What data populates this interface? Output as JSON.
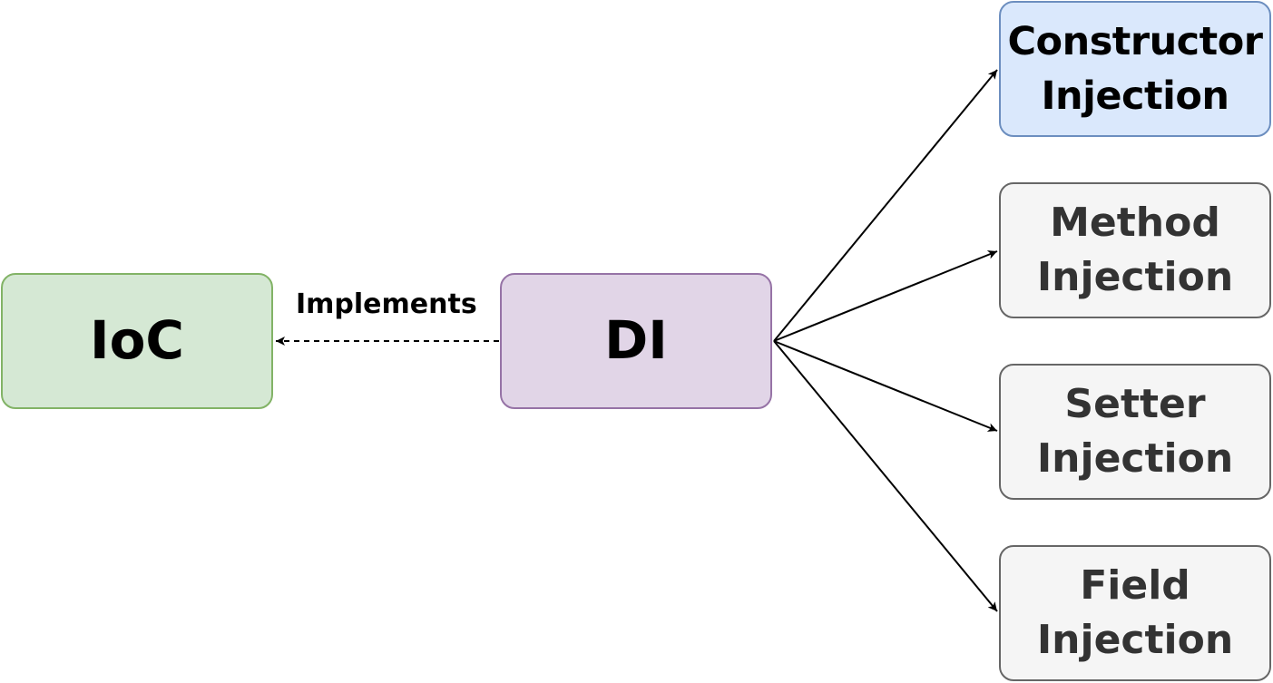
{
  "diagram": {
    "nodes": {
      "ioc": {
        "label": "IoC",
        "fill": "#d5e8d4",
        "stroke": "#82b366"
      },
      "di": {
        "label": "DI",
        "fill": "#e1d5e7",
        "stroke": "#9673a6"
      },
      "constructor_injection": {
        "label": "Constructor\nInjection",
        "fill": "#dae8fc",
        "stroke": "#6c8ebf"
      },
      "method_injection": {
        "label": "Method\nInjection",
        "fill": "#f5f5f5",
        "stroke": "#666666"
      },
      "setter_injection": {
        "label": "Setter\nInjection",
        "fill": "#f5f5f5",
        "stroke": "#666666"
      },
      "field_injection": {
        "label": "Field\nInjection",
        "fill": "#f5f5f5",
        "stroke": "#666666"
      }
    },
    "edges": [
      {
        "from": "di",
        "to": "ioc",
        "label": "Implements",
        "style": "dashed"
      },
      {
        "from": "di",
        "to": "constructor_injection",
        "style": "solid"
      },
      {
        "from": "di",
        "to": "method_injection",
        "style": "solid"
      },
      {
        "from": "di",
        "to": "setter_injection",
        "style": "solid"
      },
      {
        "from": "di",
        "to": "field_injection",
        "style": "solid"
      }
    ]
  }
}
